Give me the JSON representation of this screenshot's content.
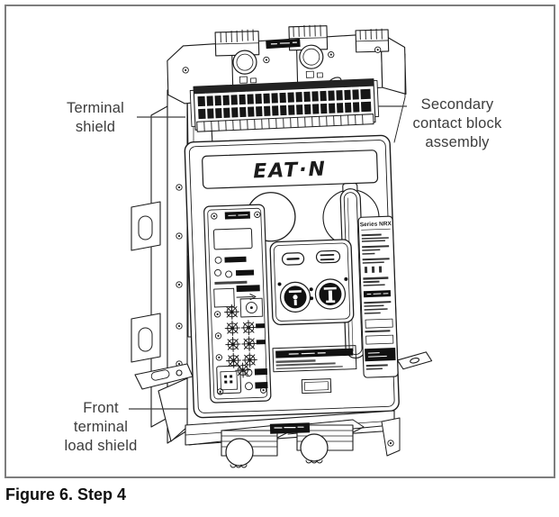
{
  "figure": {
    "caption": "Figure 6. Step 4"
  },
  "annotations": {
    "terminal_shield": {
      "line1": "Terminal",
      "line2": "shield"
    },
    "secondary_contact_block": {
      "line1": "Secondary",
      "line2": "contact block",
      "line3": "assembly"
    },
    "front_terminal_load_shield": {
      "line1": "Front",
      "line2": "terminal",
      "line3": "load shield"
    }
  },
  "device": {
    "brand_logo": "EAT·N",
    "series_label": "Series NRX"
  },
  "colors": {
    "frame_border": "#7d7d7d",
    "line_ink": "#1b1b1b",
    "label_text": "#3c3c3c"
  }
}
